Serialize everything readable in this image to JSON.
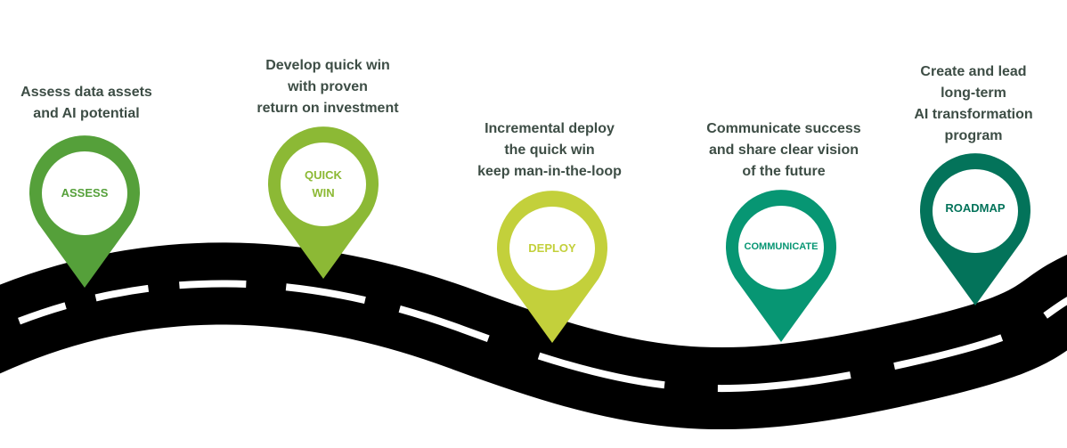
{
  "milestones": [
    {
      "label": "ASSESS",
      "caption": "Assess data assets\nand AI potential",
      "color": "#55a03a"
    },
    {
      "label": "QUICK\nWIN",
      "caption": "Develop quick win\nwith proven\nreturn on investment",
      "color": "#8cb935"
    },
    {
      "label": "DEPLOY",
      "caption": "Incremental deploy\nthe quick win\nkeep man-in-the-loop",
      "color": "#c3d03b"
    },
    {
      "label": "COMMUNICATE",
      "caption": "Communicate success\nand share clear vision\nof the future",
      "color": "#079673"
    },
    {
      "label": "ROADMAP",
      "caption": "Create and lead\nlong-term\nAI transformation\nprogram",
      "color": "#03735a"
    }
  ],
  "road_color": "#000000",
  "caption_color": "#3d4d45"
}
